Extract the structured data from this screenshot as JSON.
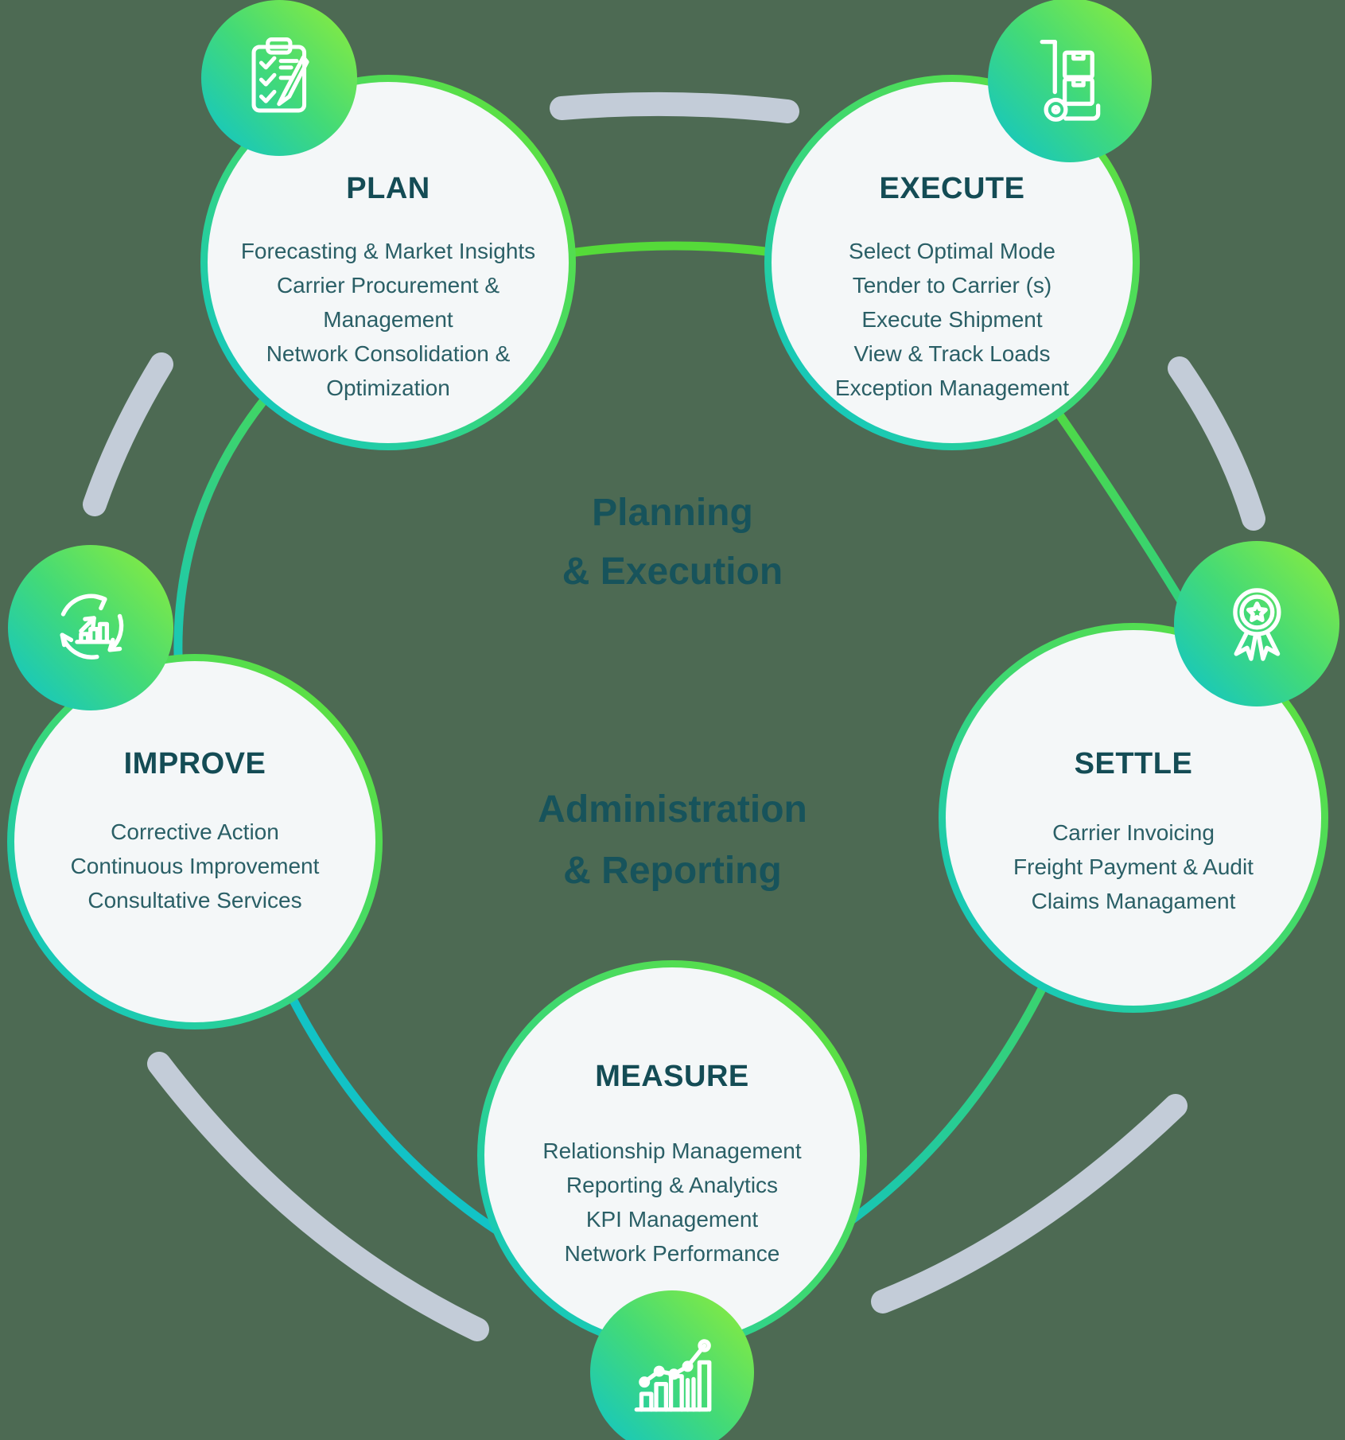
{
  "canvas": {
    "background_color": "#4d6a53"
  },
  "colors": {
    "lime_accent": "#55da39",
    "teal_accent": "#10c5c8",
    "circle_fill": "#f4f7f8",
    "heading_text": "#144c55",
    "body_text": "#2a5f66",
    "center_label_text": "#17535b",
    "gray_arc": "#c3ccd8",
    "icon_stroke": "#ffffff"
  },
  "center_labels": {
    "planning_execution": {
      "line1": "Planning",
      "line2": "& Execution"
    },
    "administration_reporting": {
      "line1": "Administration",
      "line2": "& Reporting"
    }
  },
  "nodes": [
    {
      "id": "plan",
      "title": "PLAN",
      "icon": "clipboard-checklist-icon",
      "items": [
        "Forecasting & Market Insights",
        "Carrier Procurement & Management",
        "Network Consolidation & Optimization"
      ]
    },
    {
      "id": "execute",
      "title": "EXECUTE",
      "icon": "hand-truck-icon",
      "items": [
        "Select Optimal Mode",
        "Tender to Carrier (s)",
        "Execute Shipment",
        "View & Track Loads",
        "Exception Management"
      ]
    },
    {
      "id": "settle",
      "title": "SETTLE",
      "icon": "award-ribbon-icon",
      "items": [
        "Carrier Invoicing",
        "Freight Payment & Audit",
        "Claims Managament"
      ]
    },
    {
      "id": "measure",
      "title": "MEASURE",
      "icon": "bar-chart-trend-icon",
      "items": [
        "Relationship Management",
        "Reporting & Analytics",
        "KPI Management",
        "Network Performance"
      ]
    },
    {
      "id": "improve",
      "title": "IMPROVE",
      "icon": "cycle-growth-icon",
      "items": [
        "Corrective Action",
        "Continuous Improvement",
        "Consultative Services"
      ]
    }
  ]
}
